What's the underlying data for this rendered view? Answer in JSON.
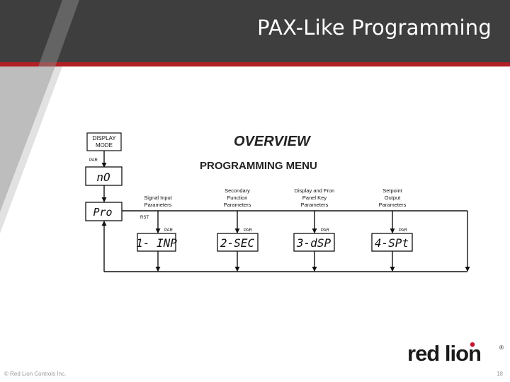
{
  "header": {
    "title": "PAX-Like Programming"
  },
  "diagram": {
    "title": "OVERVIEW",
    "subtitle": "PROGRAMMING MENU",
    "display_mode_label": [
      "DISPLAY",
      "MODE"
    ],
    "par_label": "PAR",
    "rst_label": "RST",
    "displays": {
      "no": "nO",
      "pro": "Pro"
    },
    "modules": [
      {
        "code": "1- INP",
        "caption": [
          "Signal Input",
          "Parameters"
        ]
      },
      {
        "code": "2-SEC",
        "caption": [
          "Secondary",
          "Function",
          "Parameters"
        ]
      },
      {
        "code": "3-dSP",
        "caption": [
          "Display and Fron",
          "Panel Key",
          "Parameters"
        ]
      },
      {
        "code": "4-SPt",
        "caption": [
          "Setpoint",
          "Output",
          "Parameters"
        ]
      }
    ]
  },
  "footer": {
    "copyright": "© Red Lion Controls Inc.",
    "page_number": "18"
  },
  "logo": {
    "text": "red lion",
    "mark": "®",
    "colors": {
      "text": "#1a1a1a",
      "accent": "#c8102e"
    }
  },
  "colors": {
    "header": "#3e3e3e",
    "accent": "#b11f24"
  }
}
